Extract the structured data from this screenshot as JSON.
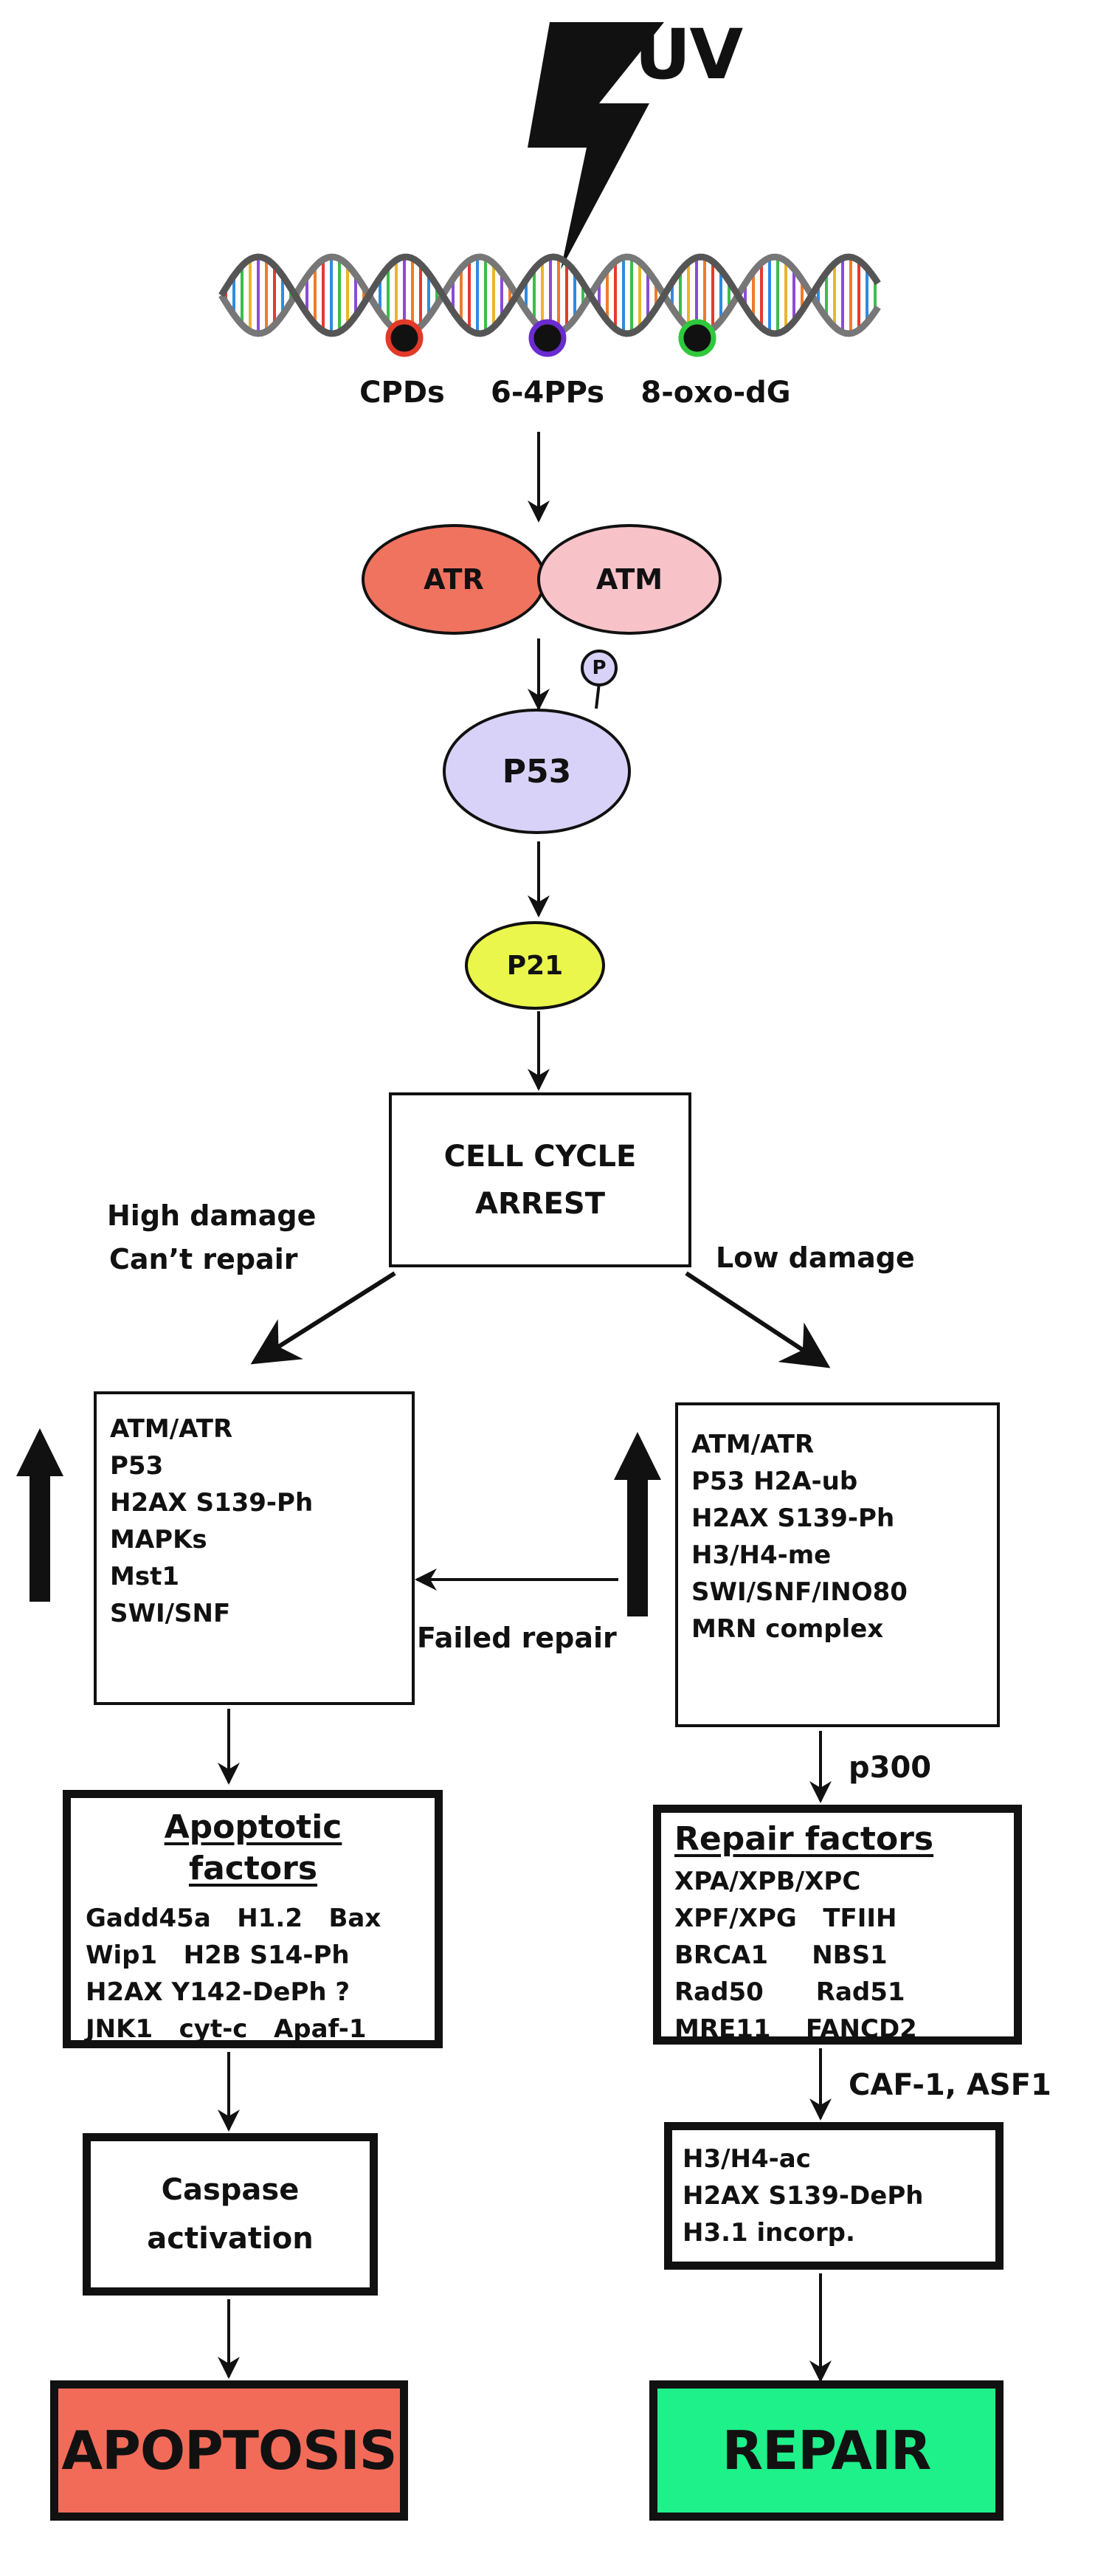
{
  "colors": {
    "atr": "#f0735f",
    "atm": "#f7c3c9",
    "p53": "#d9d2f8",
    "p21": "#eaf64c",
    "apoptosis": "#f26b58",
    "repair": "#1ef08a",
    "cpd_ring": "#e13a2a",
    "pp64_ring": "#6a2ccf",
    "oxo_ring": "#2fc83c"
  },
  "icons": {
    "uv": "lightning-bolt",
    "dna": "dna-double-helix",
    "up_arrow": "thick-up-arrow"
  },
  "top": {
    "uv_label": "UV",
    "lesions": [
      "CPDs",
      "6-4PPs",
      "8-oxo-dG"
    ]
  },
  "nodes": {
    "atr": "ATR",
    "atm": "ATM",
    "p53": "P53",
    "phospho": "P",
    "p21": "P21",
    "arrest_line1": "CELL CYCLE",
    "arrest_line2": "ARREST"
  },
  "branch_labels": {
    "high_line1": "High damage",
    "high_line2": "Can’t repair",
    "low": "Low damage",
    "failed": "Failed repair",
    "p300": "p300",
    "caf": "CAF-1, ASF1"
  },
  "left": {
    "signaling": [
      "ATM/ATR",
      "P53",
      "H2AX S139-Ph",
      "MAPKs",
      "Mst1",
      "SWI/SNF"
    ],
    "apoptotic_title_line1": "Apoptotic",
    "apoptotic_title_line2": "factors",
    "apoptotic": [
      "Gadd45a   H1.2   Bax",
      "Wip1   H2B S14-Ph",
      "H2AX Y142-DePh ?",
      "JNK1   cyt-c   Apaf-1"
    ],
    "caspase_line1": "Caspase",
    "caspase_line2": "activation",
    "outcome": "APOPTOSIS"
  },
  "right": {
    "signaling": [
      "ATM/ATR",
      "P53      H2A-ub",
      "H2AX S139-Ph",
      "H3/H4-me",
      "SWI/SNF/INO80",
      "MRN complex"
    ],
    "repair_title": "Repair factors",
    "repair": [
      "XPA/XPB/XPC",
      "XPF/XPG   TFIIH",
      "BRCA1     NBS1",
      "Rad50      Rad51",
      "MRE11    FANCD2"
    ],
    "chromatin": [
      "H3/H4-ac",
      "H2AX S139-DePh",
      "H3.1 incorp."
    ],
    "outcome": "REPAIR"
  }
}
